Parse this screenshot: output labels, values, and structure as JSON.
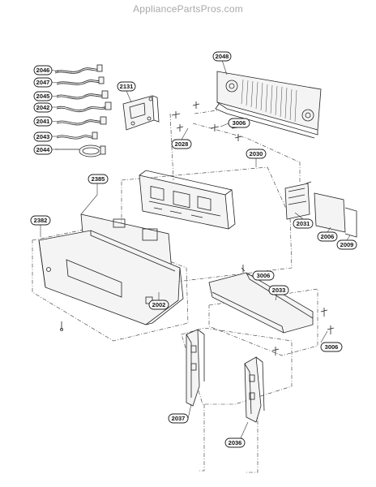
{
  "header": {
    "site": "AppliancePartsPros.com"
  },
  "parts": {
    "p2046": "2046",
    "p2047": "2047",
    "p2045": "2045",
    "p2042": "2042",
    "p2041": "2041",
    "p2043": "2043",
    "p2044": "2044",
    "p2131": "2131",
    "p2048": "2048",
    "p3006a": "3006",
    "p2028": "2028",
    "p2030": "2030",
    "p2385": "2385",
    "p2031": "2031",
    "p2006": "2006",
    "p2009": "2009",
    "p2382": "2382",
    "p3006b": "3006",
    "p2033": "2033",
    "p2002": "2002",
    "p3006c": "3006",
    "p2037": "2037",
    "p2036": "2036"
  }
}
